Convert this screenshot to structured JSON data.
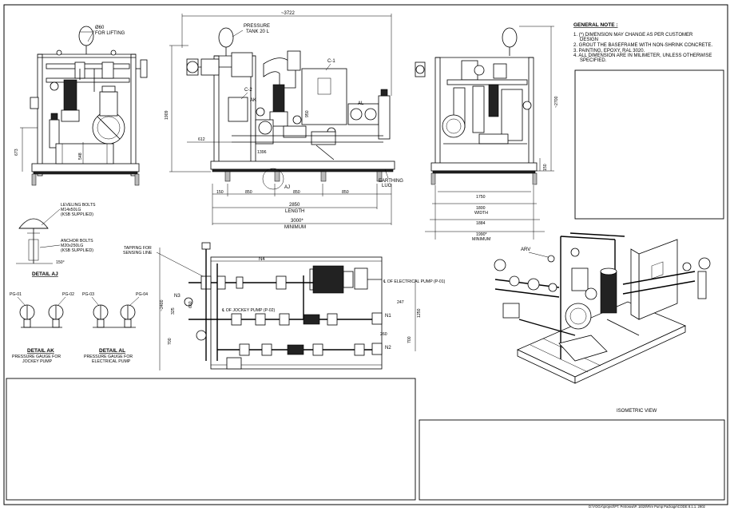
{
  "notes": {
    "title": "GENERAL NOTE :",
    "items": [
      "1. (*) DIMENSION MAY CHANGE AS PER CUSTOMER",
      "DESIGN",
      "2. GROUT THE BASEFRAME WITH NON-SHRINK CONCRETE.",
      "3. PAINTING, EPOXY, RAL 3020.",
      "4. ALL DIMENSION ARE IN MILIMETER, UNLESS OTHERWISE",
      "SPECIFIED."
    ]
  },
  "front_view": {
    "lifting": "Ø60",
    "lifting_sub": "FOR LIFTING",
    "dim_673": "673",
    "dim_548": "548"
  },
  "side_view": {
    "overall_width": "~3722",
    "pressure_tank": "PRESSURE",
    "pressure_tank_sub": "TANK 20 L",
    "c1": "C-1",
    "c2": "C-2",
    "ak": "AK",
    "al": "AL",
    "aj": "AJ",
    "dim_1909": "1909",
    "dim_612": "612",
    "dim_950": "950",
    "dim_1396": "1396",
    "seg_150": "150",
    "seg_850a": "850",
    "seg_850b": "850",
    "seg_850c": "850",
    "length_val": "2850",
    "length_label": "LENGTH",
    "min_val": "3000*",
    "min_label": "MINIMUM",
    "earthing": "EARTHING",
    "earthing_sub": "LUG"
  },
  "end_view": {
    "height": "~2700",
    "dim_150": "150",
    "d1750": "1750",
    "d1800": "1800",
    "width_label": "WIDTH",
    "d1884": "1884",
    "d1990": "1990*",
    "minimum": "MINIMUM"
  },
  "detail_aj": {
    "leveling": "LEVELING BOLTS",
    "leveling_size": "M14x50LG",
    "leveling_supply": "(KSB SUPPLIED)",
    "anchor": "ANCHOR BOLTS",
    "anchor_size": "M20x250LG",
    "anchor_supply": "(KSB SUPPLIED)",
    "dim": "150°",
    "title": "DETAIL AJ"
  },
  "detail_ak": {
    "pg1": "PG-01",
    "pg2": "PG-02",
    "title": "DETAIL AK",
    "desc1": "PRESSURE GAUGE FOR",
    "desc2": "JOCKEY PUMP"
  },
  "detail_al": {
    "pg3": "PG-03",
    "pg4": "PG-04",
    "title": "DETAIL AL",
    "desc1": "PRESSURE GAUGE FOR",
    "desc2": "ELECTRICAL PUMP"
  },
  "plan_view": {
    "tapping": "TAPPING FOR",
    "tapping_sub": "SENSING LINE",
    "n4": "N4",
    "n3": "N3",
    "n1": "N1",
    "n2": "N2",
    "elec": "℄ OF ELECTRICAL PUMP (P-01)",
    "jockey": "℄ OF JOCKEY PUMP (P-02)",
    "d2400": "~2400",
    "d650": "650",
    "d325": "325",
    "d700l": "700",
    "d247": "247",
    "d1250": "1250",
    "d260": "260",
    "d700r": "700"
  },
  "isometric": {
    "arv": "ARV",
    "caption": "ISOMETRIC VIEW"
  },
  "footer": {
    "path": "D:\\YOGA\\project\\PT. Petrosea\\P. 16\\29\\Fire Pump Package\\CODE 8.1.1. 2902"
  }
}
